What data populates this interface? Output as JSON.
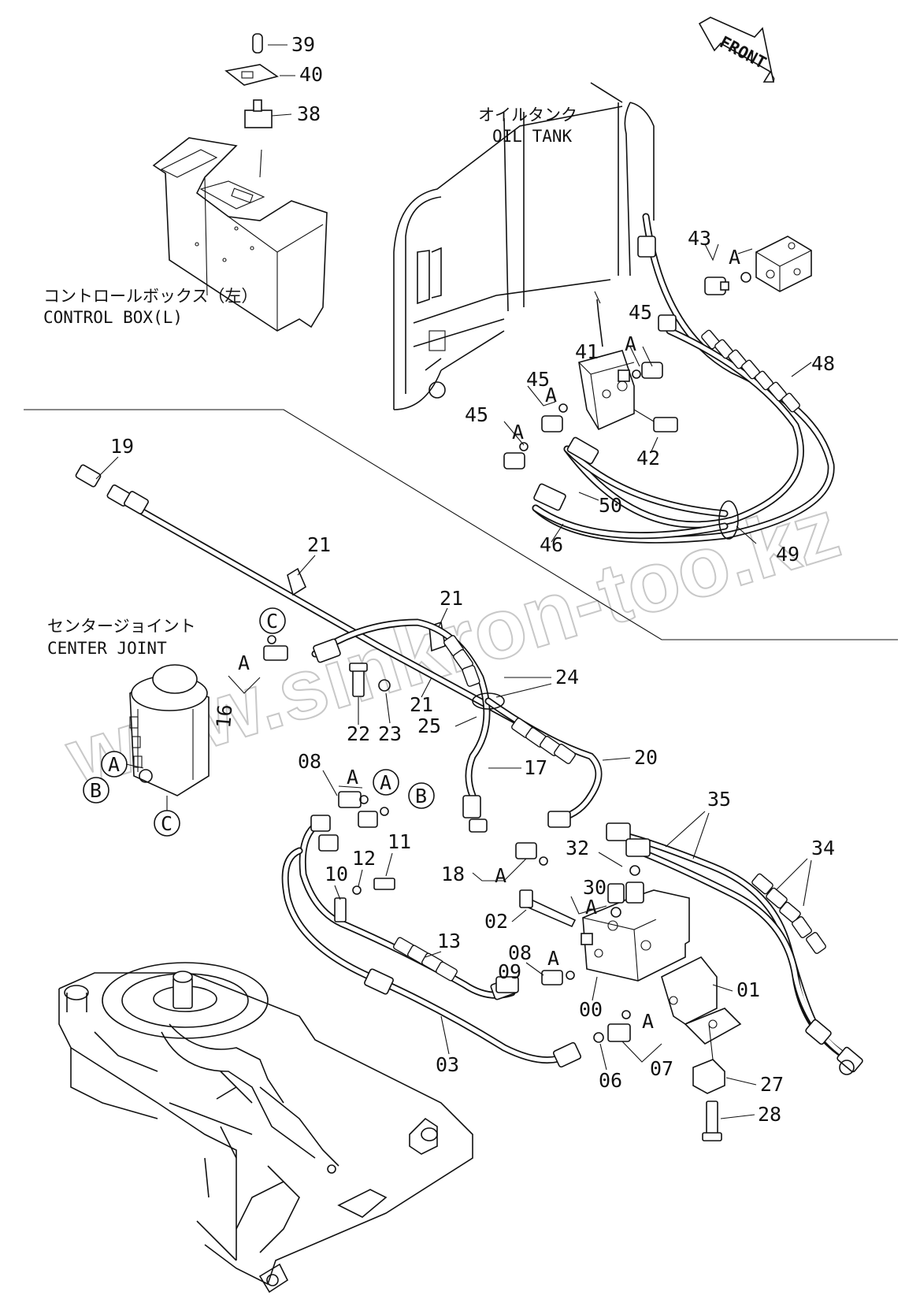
{
  "header": {
    "front_label": "FRONT"
  },
  "captions": {
    "oil_tank_jp": "オイルタンク",
    "oil_tank_en": "OIL TANK",
    "control_box_jp": "コントロールボックス（左）",
    "control_box_en": "CONTROL BOX(L)",
    "center_joint_jp": "センタージョイント",
    "center_joint_en": "CENTER JOINT"
  },
  "watermark": "www.sinkron-too.kz",
  "part_labels": {
    "p39": "39",
    "p40": "40",
    "p38": "38",
    "p43": "43",
    "p45a": "45",
    "p41": "41",
    "p48": "48",
    "p45b": "45",
    "p45c": "45",
    "p42": "42",
    "p50": "50",
    "p46": "46",
    "p49": "49",
    "p19": "19",
    "p21a": "21",
    "p21b": "21",
    "p21c": "21",
    "p24": "24",
    "p16": "16",
    "p22": "22",
    "p23": "23",
    "p25": "25",
    "p17": "17",
    "p20": "20",
    "p08a": "08",
    "p35": "35",
    "p34": "34",
    "p11": "11",
    "p12": "12",
    "p10": "10",
    "p32": "32",
    "p18": "18",
    "p30": "30",
    "p02": "02",
    "p13": "13",
    "p08b": "08",
    "p09": "09",
    "p00": "00",
    "p01": "01",
    "p07": "07",
    "p06": "06",
    "p03": "03",
    "p27": "27",
    "p28": "28"
  },
  "callout_letters": {
    "a_small_43": "A",
    "a_small_45a": "A",
    "a_small_45b": "A",
    "a_small_45c": "A",
    "a_small_16": "A",
    "a_small_08a": "A",
    "a_small_18": "A",
    "a_small_30": "A",
    "a_small_08b": "A",
    "a_small_07": "A",
    "c_top": "C",
    "c_bottom": "C",
    "a_joint": "A",
    "b_joint": "B",
    "a_circle_08": "A",
    "b_circle_08": "B"
  }
}
